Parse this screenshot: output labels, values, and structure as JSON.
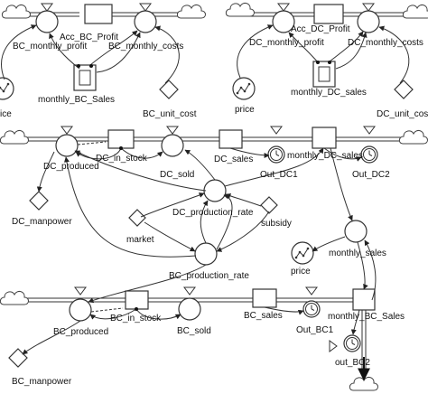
{
  "labels": {
    "ice": "ice",
    "bc_monthly_profit": "BC_monthly_profit",
    "acc_bc_profit": "Acc_BC_Profit",
    "bc_monthly_costs": "BC_monthly_costs",
    "monthly_bc_sales": "monthly_BC_Sales",
    "bc_unit_cost": "BC_unit_cost",
    "acc_dc_profit": "Acc_DC_Profit",
    "dc_monthly_profit": "DC_monthly_profit",
    "dc_monthly_costs": "DC_monthly_costs",
    "monthly_dc_sales": "monthly_DC_sales",
    "price_top": "price",
    "dc_unit_cost": "DC_unit_cost",
    "dc_produced": "DC_produced",
    "dc_in_stock": "DC_in_stock",
    "dc_sold": "DC_sold",
    "dc_sales": "DC_sales",
    "out_dc1": "Out_DC1",
    "monthly_dc_sales2": "monthly_DC_sales",
    "out_dc2": "Out_DC2",
    "dc_manpower": "DC_manpower",
    "dc_production_rate": "DC_production_rate",
    "subsidy": "subsidy",
    "market": "market",
    "monthly_sales": "monthly_sales",
    "price_mid": "price",
    "bc_production_rate": "BC_production_rate",
    "bc_produced": "BC_produced",
    "bc_in_stock": "BC_in_stock",
    "bc_sold": "BC_sold",
    "bc_sales": "BC_sales",
    "out_bc1": "Out_BC1",
    "monthly_bc_sales2": "monthly_BC_Sales",
    "out_bc2": "out_BC2",
    "bc_manpower": "BC_manpower"
  }
}
